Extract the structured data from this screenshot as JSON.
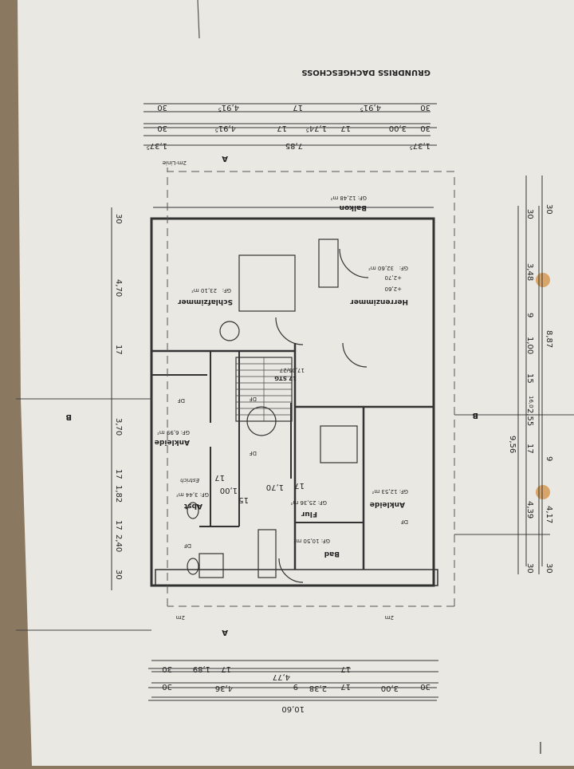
{
  "drawing": {
    "title": "GRUNDRISS DACHGESCHOSS",
    "ruler_line": "2m-Linie",
    "section_a": "A",
    "section_b": "B",
    "stair_label": "17 STG",
    "stair_ratio": "17,05/27",
    "handwriting": "Estrich"
  },
  "rooms": {
    "balkon": {
      "name": "Balkon",
      "area": "GF: 12,48 m²"
    },
    "herrenzimmer": {
      "name": "Herrenzimmer",
      "area_label": "GF:",
      "area": "32,60 m²",
      "h1": "+2,70",
      "h2": "+2,60"
    },
    "schlafzimmer": {
      "name": "Schlafzimmer",
      "area_label": "GF:",
      "area": "23,10 m²"
    },
    "ankleide_left": {
      "name": "Ankleide",
      "area": "GF: 6,99 m²"
    },
    "ankleide_right": {
      "name": "Ankleide",
      "area": "GF: 12,53 m²"
    },
    "flur": {
      "name": "Flur",
      "area": "GF: 25,36 m²"
    },
    "abst": {
      "name": "Abst",
      "area": "GF: 3,44 m²"
    },
    "bad": {
      "name": "Bad",
      "area": "GF: 10,50 m²"
    }
  },
  "symbols": {
    "df": "DF"
  },
  "dims_top": {
    "row1": [
      "30",
      "4,91⁵",
      "17",
      "4,91⁵",
      "30"
    ],
    "row2": [
      "30",
      "3,00",
      "17",
      "1,74⁵",
      "17",
      "4,91⁵",
      "30"
    ],
    "row3": [
      "1,37⁵",
      "7,85",
      "1,37⁵"
    ]
  },
  "dims_bottom": {
    "row1": [
      "17",
      "4,77",
      "17",
      "1,89",
      "30"
    ],
    "row2": [
      "30",
      "3,00",
      "17",
      "2,38",
      "9",
      "4,36",
      "30"
    ],
    "row3": [
      "10,60"
    ]
  },
  "dims_left": [
    "30",
    "4,70",
    "17",
    "3,70",
    "17",
    "1,82",
    "17",
    "2,40",
    "30"
  ],
  "dims_right_inner": [
    "30",
    "3,48",
    "9",
    "1,00",
    "15",
    "2,55",
    "17",
    "4,39",
    "30"
  ],
  "dims_right_outer": [
    "30",
    "8,87",
    "9",
    "4,17",
    "30"
  ],
  "dims_right_total": "9,56",
  "dims_inner": {
    "d1": "1,00",
    "d2": "15",
    "d3": "1,70",
    "d4": "17",
    "d5": "17"
  },
  "handwritten_top": "16,0"
}
